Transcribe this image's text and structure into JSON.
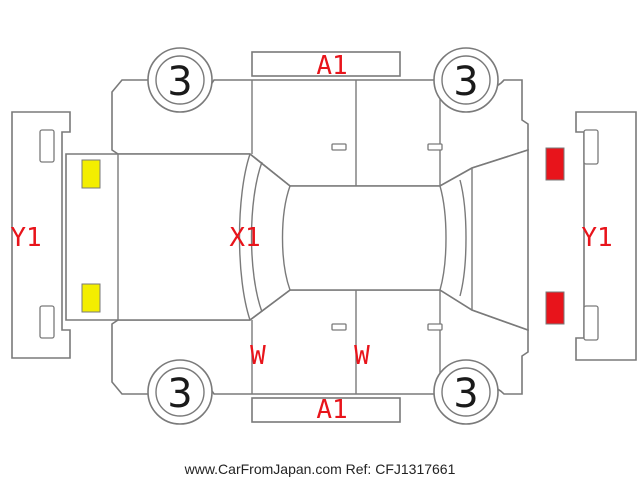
{
  "diagram": {
    "wheel_grades": {
      "front_left": "3",
      "front_right": "3",
      "rear_left": "3",
      "rear_right": "3"
    },
    "damage_codes": {
      "top_side_panel": "A1",
      "bottom_side_panel": "A1",
      "front_bumper": "Y1",
      "rear_bumper": "Y1",
      "hood": "X1",
      "front_door_lower": "W",
      "rear_door_lower": "W"
    },
    "colors": {
      "line": "#7a7a7a",
      "damage_text": "#e8141b",
      "headlight": "#f3ee00",
      "taillight": "#e8141b"
    }
  },
  "footer": {
    "text": "www.CarFromJapan.com Ref: CFJ1317661"
  }
}
